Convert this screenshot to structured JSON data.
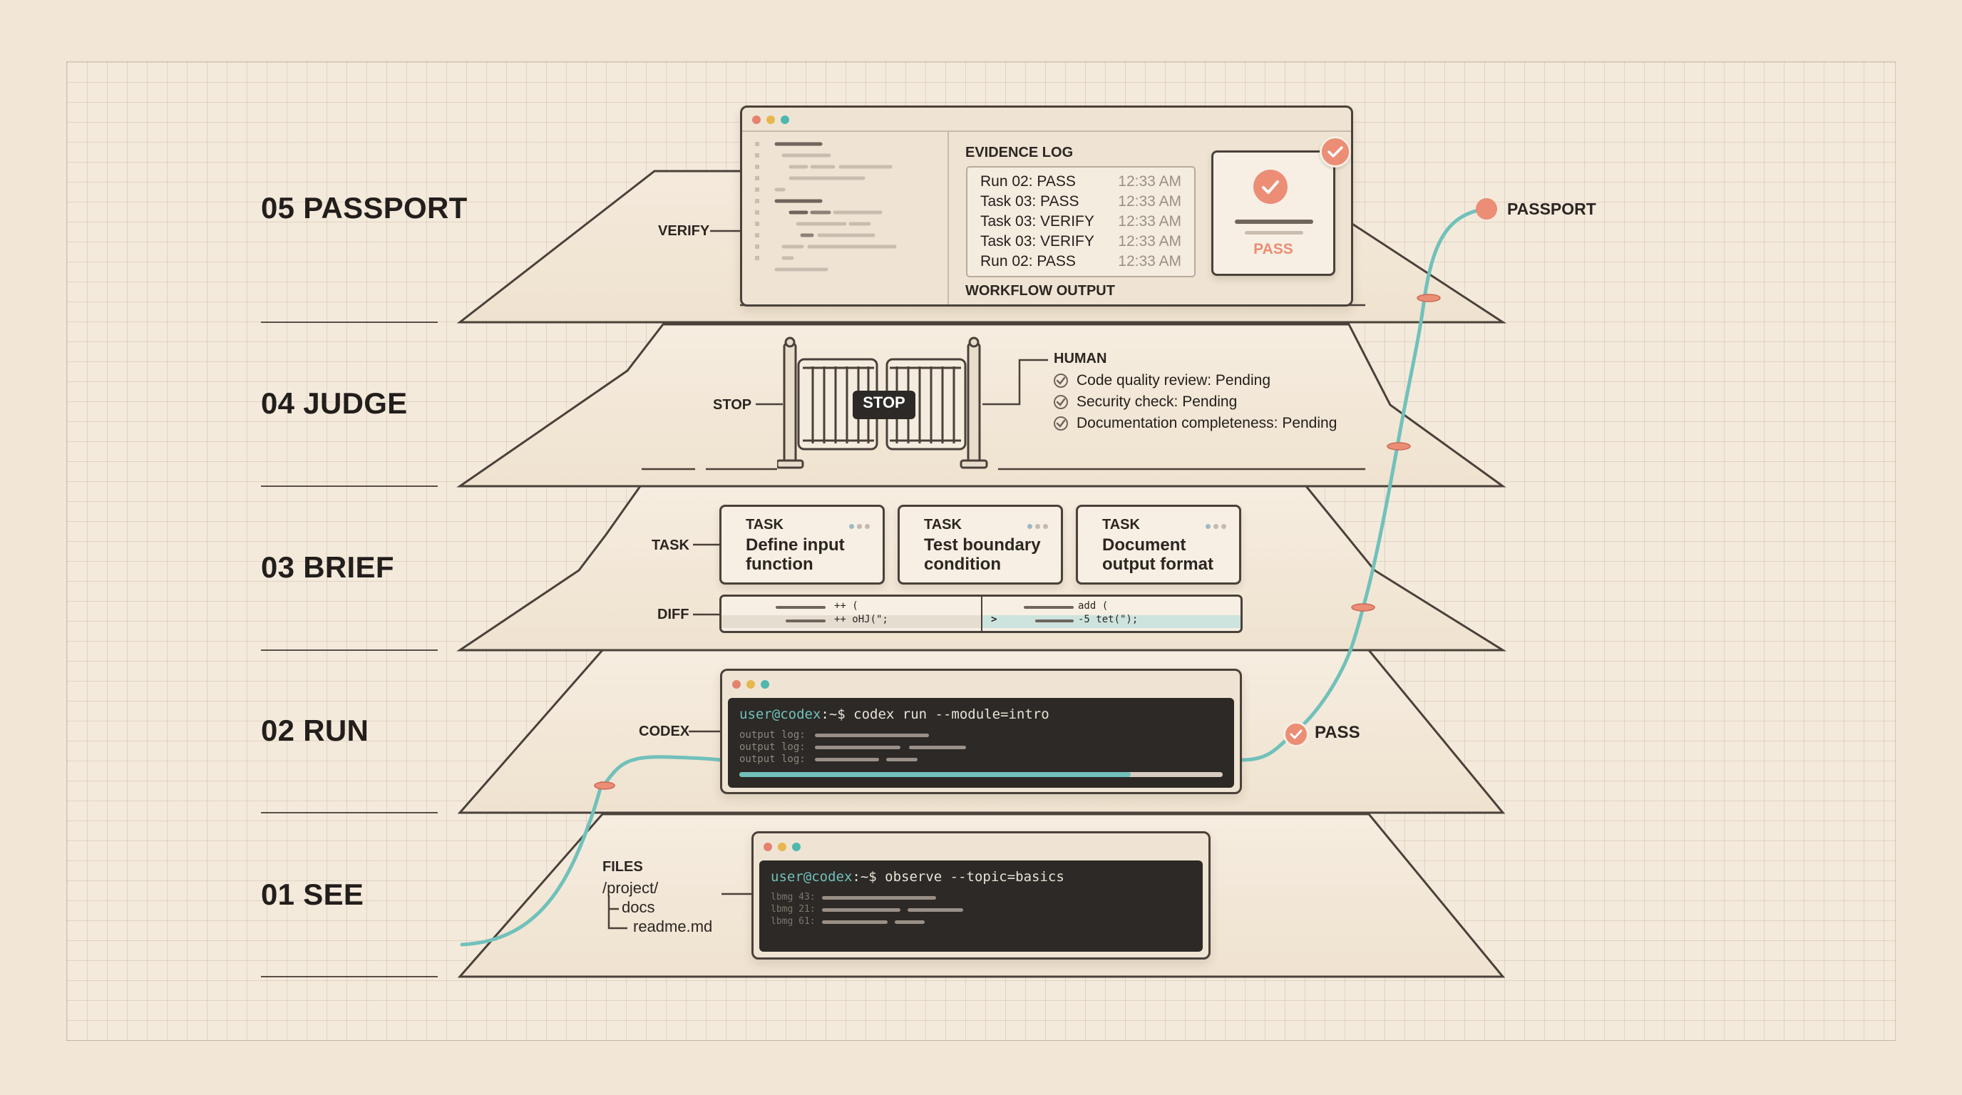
{
  "stages": [
    {
      "id": "05",
      "title": "05 PASSPORT"
    },
    {
      "id": "04",
      "title": "04 JUDGE"
    },
    {
      "id": "03",
      "title": "03 BRIEF"
    },
    {
      "id": "02",
      "title": "02 RUN"
    },
    {
      "id": "01",
      "title": "01 SEE"
    }
  ],
  "passport": {
    "verify_label": "VERIFY",
    "evidence_title": "EVIDENCE LOG",
    "log": [
      {
        "entry": "Run 02: PASS",
        "time": "12:33 AM"
      },
      {
        "entry": "Task 03: PASS",
        "time": "12:33 AM"
      },
      {
        "entry": "Task 03: VERIFY",
        "time": "12:33 AM"
      },
      {
        "entry": "Task 03: VERIFY",
        "time": "12:33 AM"
      },
      {
        "entry": "Run 02: PASS",
        "time": "12:33 AM"
      }
    ],
    "output_label": "WORKFLOW OUTPUT",
    "badge_label": "PASS",
    "side_label": "PASSPORT"
  },
  "judge": {
    "stop_label": "STOP",
    "gate_sign": "STOP",
    "human_label": "HUMAN",
    "checks": [
      "Code quality review: Pending",
      "Security check: Pending",
      "Documentation completeness: Pending"
    ]
  },
  "brief": {
    "task_label": "TASK",
    "diff_label": "DIFF",
    "tasks": [
      {
        "kicker": "TASK",
        "title": "Define input function"
      },
      {
        "kicker": "TASK",
        "title": "Test boundary condition"
      },
      {
        "kicker": "TASK",
        "title": "Document output format"
      }
    ],
    "diff_left": [
      "++ (",
      "++ oHJ(\";"
    ],
    "diff_right": [
      "add (",
      "-5 tet(\");"
    ],
    "diff_marker": ">"
  },
  "run": {
    "codex_label": "CODEX",
    "prompt_user": "user@codex",
    "prompt_rest": ":~$ codex run --module=intro",
    "outputs": [
      "output log:",
      "output log:",
      "output log:"
    ],
    "progress": 0.81,
    "pass_label": "PASS"
  },
  "see": {
    "files_label": "FILES",
    "tree": [
      "/project/",
      "docs",
      "readme.md"
    ],
    "prompt_user": "user@codex",
    "prompt_rest": ":~$ observe --topic=basics",
    "lines": [
      "lbmg 43:",
      "lbmg 21:",
      "lbmg 61:"
    ]
  },
  "colors": {
    "accent_coral": "#ec8d76",
    "accent_teal": "#71c1bb",
    "ink": "#2b2622"
  }
}
